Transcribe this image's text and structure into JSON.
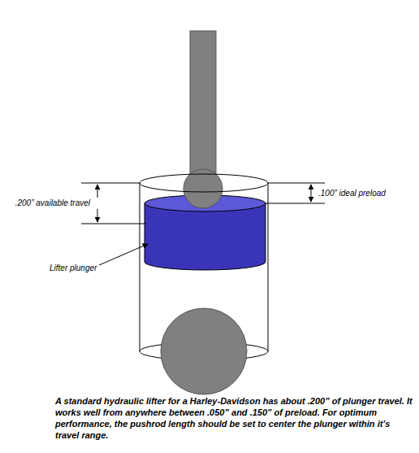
{
  "diagram": {
    "caption": "A standard hydraulic lifter for a Harley-Davidson has about .200” of plunger travel. It works well from anywhere between .050” and .150” of preload. For optimum performance, the pushrod length should be set to center the plunger within it’s travel range.",
    "labels": [
      ".200” available travel",
      ".100” ideal preload",
      "Lifter plunger"
    ]
  }
}
